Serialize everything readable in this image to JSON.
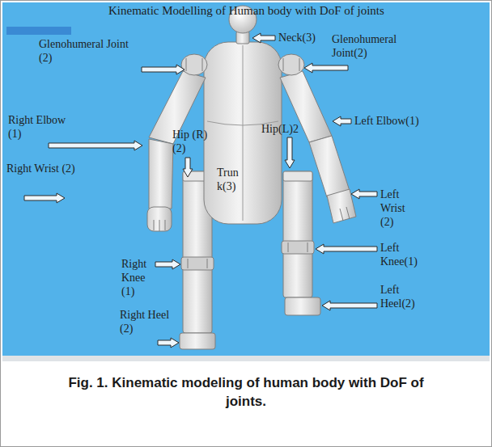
{
  "diagram": {
    "title": "Kinematic Modelling of Human body with DoF of joints",
    "caption": "Fig. 1. Kinematic modeling of human body with DoF of joints.",
    "labels": [
      "Neck(3)",
      "Glenohumeral Joint (2)",
      "Glenohumeral Joint(2)",
      "Right Elbow (1)",
      "Left Elbow(1)",
      "Hip (R)(2)",
      "Hip(L)2",
      "Right Wrist (2)",
      "Trun k(3)",
      "Left Wrist (2)",
      "Right Knee (1)",
      "Left Knee(1)",
      "Right Heel (2)",
      "Left Heel(2)"
    ]
  }
}
